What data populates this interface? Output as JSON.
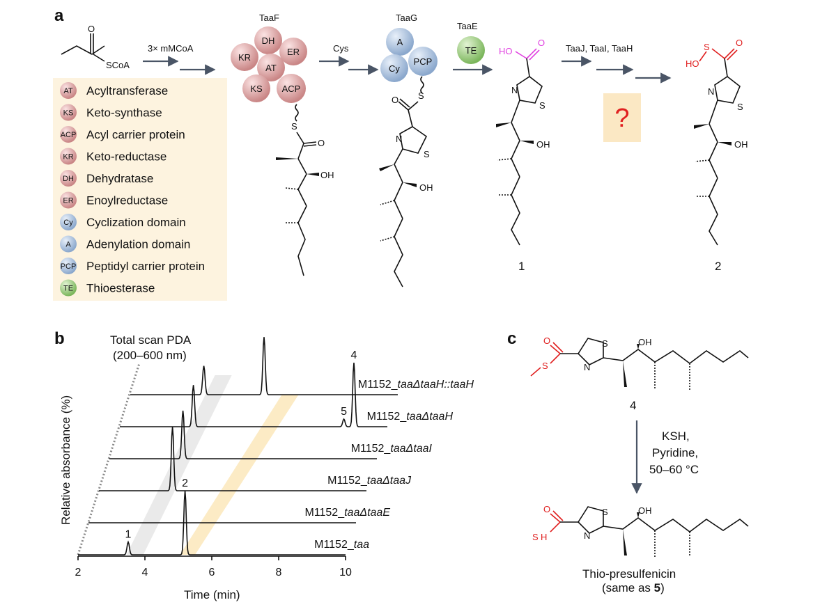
{
  "panels": {
    "a": "a",
    "b": "b",
    "c": "c"
  },
  "panel_a": {
    "start_substrate": {
      "label": "SCoA"
    },
    "steps": [
      {
        "reagent": "3× mMCoA"
      },
      {
        "reagent": "Cys"
      },
      {
        "reagent": "TaaJ, TaaI, TaaH"
      }
    ],
    "enzymes": {
      "taaF": {
        "name": "TaaF",
        "domains": [
          "DH",
          "KR",
          "ER",
          "AT",
          "KS",
          "ACP"
        ]
      },
      "taaG": {
        "name": "TaaG",
        "domains": [
          "A",
          "Cy",
          "PCP"
        ]
      },
      "taaE": {
        "name": "TaaE",
        "domains": [
          "TE"
        ]
      }
    },
    "atoms": {
      "O": "O",
      "OH": "OH",
      "S": "S",
      "N": "N",
      "HO": "HO"
    },
    "compounds": {
      "c1": "1",
      "c2": "2"
    },
    "unknown_step": "?",
    "legend": [
      {
        "abbr": "AT",
        "name": "Acyltransferase",
        "color": "#d99a9a"
      },
      {
        "abbr": "KS",
        "name": "Keto-synthase",
        "color": "#d99a9a"
      },
      {
        "abbr": "ACP",
        "name": "Acyl carrier protein",
        "color": "#d99a9a"
      },
      {
        "abbr": "KR",
        "name": "Keto-reductase",
        "color": "#d99a9a"
      },
      {
        "abbr": "DH",
        "name": "Dehydratase",
        "color": "#d99a9a"
      },
      {
        "abbr": "ER",
        "name": "Enoylreductase",
        "color": "#d99a9a"
      },
      {
        "abbr": "Cy",
        "name": "Cyclization domain",
        "color": "#9fb8d6"
      },
      {
        "abbr": "A",
        "name": "Adenylation domain",
        "color": "#9fb8d6"
      },
      {
        "abbr": "PCP",
        "name": "Peptidyl carrier protein",
        "color": "#9fb8d6"
      },
      {
        "abbr": "TE",
        "name": "Thioesterase",
        "color": "#8fc070"
      }
    ],
    "colors": {
      "pks": "#d99a9a",
      "nrps": "#9fb8d6",
      "te": "#8fc070",
      "acid_highlight": "#e040e0",
      "red_highlight": "#e02020"
    }
  },
  "chart_data": {
    "type": "line",
    "title": "Total scan PDA",
    "subtitle": "(200–600 nm)",
    "xlabel": "Time (min)",
    "ylabel": "Relative absorbance (%)",
    "xlim": [
      2,
      10
    ],
    "xticks": [
      2,
      4,
      6,
      8,
      10
    ],
    "series": [
      {
        "name": "M1152_taa",
        "label_plain": "M1152_",
        "label_ital": "taa",
        "label_suffix": "",
        "peaks": [
          {
            "x": 3.5,
            "h": 20,
            "label": "1"
          },
          {
            "x": 5.2,
            "h": 100,
            "label": "2"
          }
        ]
      },
      {
        "name": "M1152_taaΔtaaE",
        "label_plain": "M1152_",
        "label_ital": "taa",
        "label_suffix": "ΔtaaE",
        "peaks": []
      },
      {
        "name": "M1152_taaΔtaaJ",
        "label_plain": "M1152_",
        "label_ital": "taa",
        "label_suffix": "ΔtaaJ",
        "peaks": [
          {
            "x": 4.2,
            "h": 100,
            "label": ""
          }
        ]
      },
      {
        "name": "M1152_taaΔtaaI",
        "label_plain": "M1152_",
        "label_ital": "taa",
        "label_suffix": "ΔtaaI",
        "peaks": [
          {
            "x": 4.2,
            "h": 75,
            "label": ""
          }
        ]
      },
      {
        "name": "M1152_taaΔtaaH",
        "label_plain": "M1152_",
        "label_ital": "taa",
        "label_suffix": "ΔtaaH",
        "peaks": [
          {
            "x": 4.2,
            "h": 65,
            "label": ""
          },
          {
            "x": 8.7,
            "h": 12,
            "label": "5"
          },
          {
            "x": 9.0,
            "h": 100,
            "label": "4"
          }
        ]
      },
      {
        "name": "M1152_taaΔtaaH::taaH",
        "label_plain": "M1152_",
        "label_ital": "taa",
        "label_suffix": "ΔtaaH::taaH",
        "peaks": [
          {
            "x": 4.2,
            "h": 45,
            "label": ""
          },
          {
            "x": 6.0,
            "h": 90,
            "label": ""
          }
        ]
      }
    ]
  },
  "panel_c": {
    "compound4": "4",
    "reagents": [
      "KSH,",
      "Pyridine,",
      "50–60 °C"
    ],
    "product_name": "Thio-presulfenicin",
    "product_note_prefix": "(same as ",
    "product_note_bold": "5",
    "product_note_suffix": ")"
  }
}
